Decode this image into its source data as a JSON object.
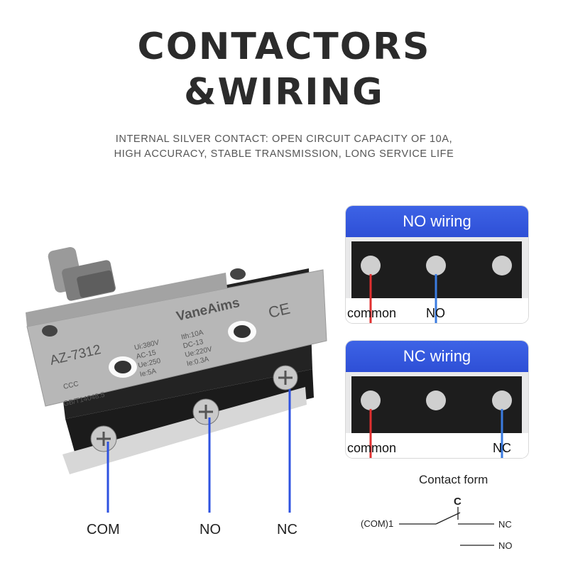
{
  "title_line1": "CONTACTORS",
  "title_line2": "&WIRING",
  "subtitle_line1": "INTERNAL SILVER CONTACT: OPEN CIRCUIT CAPACITY OF 10A,",
  "subtitle_line2": "HIGH ACCURACY, STABLE TRANSMISSION, LONG SERVICE LIFE",
  "switch": {
    "brand": "VaneAims",
    "model": "AZ-7312",
    "cert": "CCC",
    "ce": "CE",
    "specs_left": [
      "Ui:380V",
      "AC-15",
      "Ue:250",
      "Ie:5A"
    ],
    "specs_right": [
      "Ith:10A",
      "DC-13",
      "Ue:220V",
      "Ie:0.3A"
    ],
    "standard": "GB/T14048.5"
  },
  "callouts": {
    "com": "COM",
    "no": "NO",
    "nc": "NC"
  },
  "no_panel": {
    "header": "NO wiring",
    "label_left": "common",
    "label_right": "NO"
  },
  "nc_panel": {
    "header": "NC wiring",
    "label_left": "common",
    "label_right": "NC"
  },
  "contact_form": {
    "title": "Contact form",
    "c_label": "C",
    "com_label": "(COM)1",
    "nc_label": "NC",
    "no_label": "NO"
  },
  "colors": {
    "accent_blue": "#2e52e0",
    "wire_red": "#e03030",
    "wire_blue": "#3a7be0"
  }
}
